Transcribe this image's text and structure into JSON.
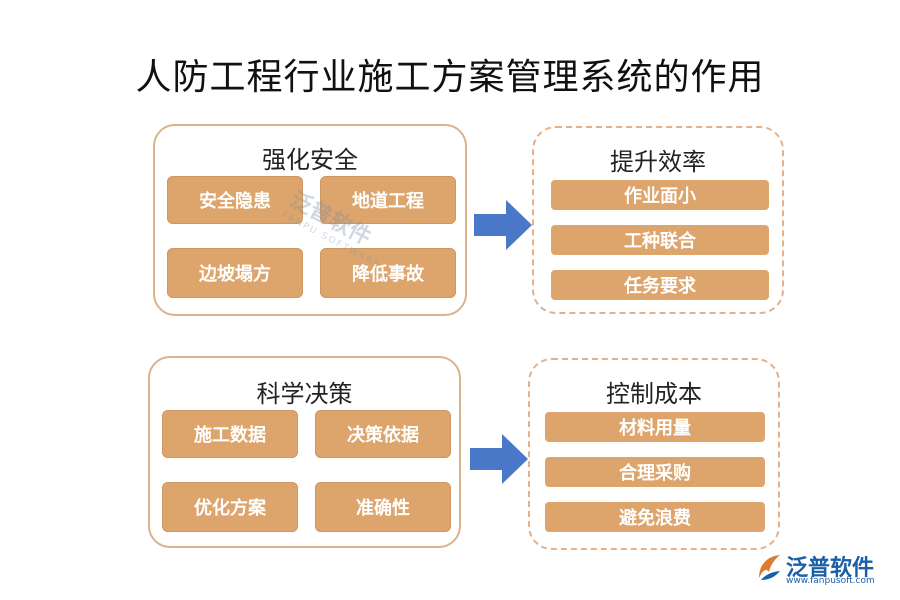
{
  "title": "人防工程行业施工方案管理系统的作用",
  "groups": [
    {
      "title": "强化安全",
      "items": [
        "安全隐患",
        "地道工程",
        "边坡塌方",
        "降低事故"
      ]
    },
    {
      "title": "科学决策",
      "items": [
        "施工数据",
        "决策依据",
        "优化方案",
        "准确性"
      ]
    }
  ],
  "results": [
    {
      "title": "提升效率",
      "items": [
        "作业面小",
        "工种联合",
        "任务要求"
      ]
    },
    {
      "title": "控制成本",
      "items": [
        "材料用量",
        "合理采购",
        "避免浪费"
      ]
    }
  ],
  "watermark": {
    "name": "泛普软件",
    "en": "FANPU SOFTWARE"
  },
  "logo": {
    "name": "泛普软件",
    "url": "www.fanpusoft.com"
  },
  "colors": {
    "box_fill": "#dda56b",
    "group_border": "#d9b48a",
    "result_border": "#e6b189",
    "arrow": "#4a78c8",
    "logo": "#1a5fa8"
  }
}
